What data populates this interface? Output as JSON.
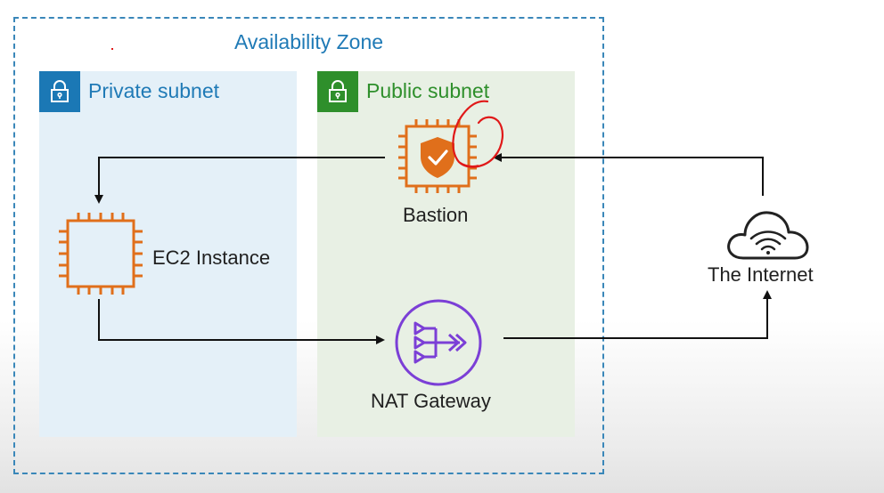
{
  "availability_zone": {
    "title": "Availability Zone"
  },
  "private_subnet": {
    "label": "Private subnet"
  },
  "public_subnet": {
    "label": "Public subnet"
  },
  "nodes": {
    "bastion": "Bastion",
    "ec2": "EC2 Instance",
    "nat": "NAT Gateway",
    "internet": "The Internet"
  },
  "colors": {
    "zone_border": "#3a87b9",
    "private_accent": "#1b78b5",
    "public_accent": "#2e8f2b",
    "compute_orange": "#e06f1b",
    "nat_purple": "#7b3fd6",
    "annotation_red": "#e01919"
  },
  "icons": [
    "lock-icon",
    "shield-check-icon",
    "chip-icon",
    "nat-gateway-icon",
    "cloud-wifi-icon"
  ]
}
